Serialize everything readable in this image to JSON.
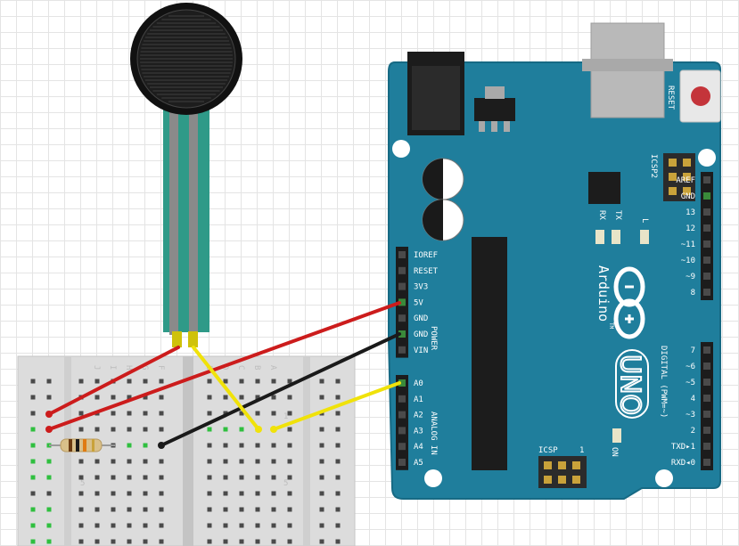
{
  "board": {
    "reset_label": "RESET",
    "icsp2_label": "ICSP2",
    "icsp_label": "ICSP",
    "icsp_pin1": "1",
    "rx_label": "RX",
    "tx_label": "TX",
    "l_label": "L",
    "on_label": "ON",
    "brand": "Arduino",
    "trademark": "TM",
    "model": "UNO",
    "power_group": "POWER",
    "analog_group": "ANALOG IN",
    "digital_group": "DIGITAL (PWM=~)",
    "power_pins": [
      "IOREF",
      "RESET",
      "3V3",
      "5V",
      "GND",
      "GND",
      "VIN"
    ],
    "analog_pins": [
      "A0",
      "A1",
      "A2",
      "A3",
      "A4",
      "A5"
    ],
    "digital_top": [
      "AREF",
      "GND",
      "13",
      "12",
      "~11",
      "~10",
      "~9",
      "8"
    ],
    "digital_bottom": [
      "7",
      "~6",
      "~5",
      "4",
      "~3",
      "2",
      "TXD▸1",
      "RXD◂0"
    ]
  },
  "breadboard": {
    "column_letters_left": [
      "J",
      "I",
      "H",
      "G",
      "F"
    ],
    "column_letters_right": [
      "E",
      "D",
      "C",
      "B",
      "A"
    ],
    "row_marks": [
      "1",
      "5"
    ]
  },
  "wires": {
    "red": "#cc1c1c",
    "black": "#1a1a1a",
    "yellow": "#f0e20a"
  },
  "colors": {
    "board": "#1f7e9c",
    "pcb_dark": "#16627a",
    "sensor_strip": "#2f9a88",
    "resistor_body": "#d9c08a"
  }
}
